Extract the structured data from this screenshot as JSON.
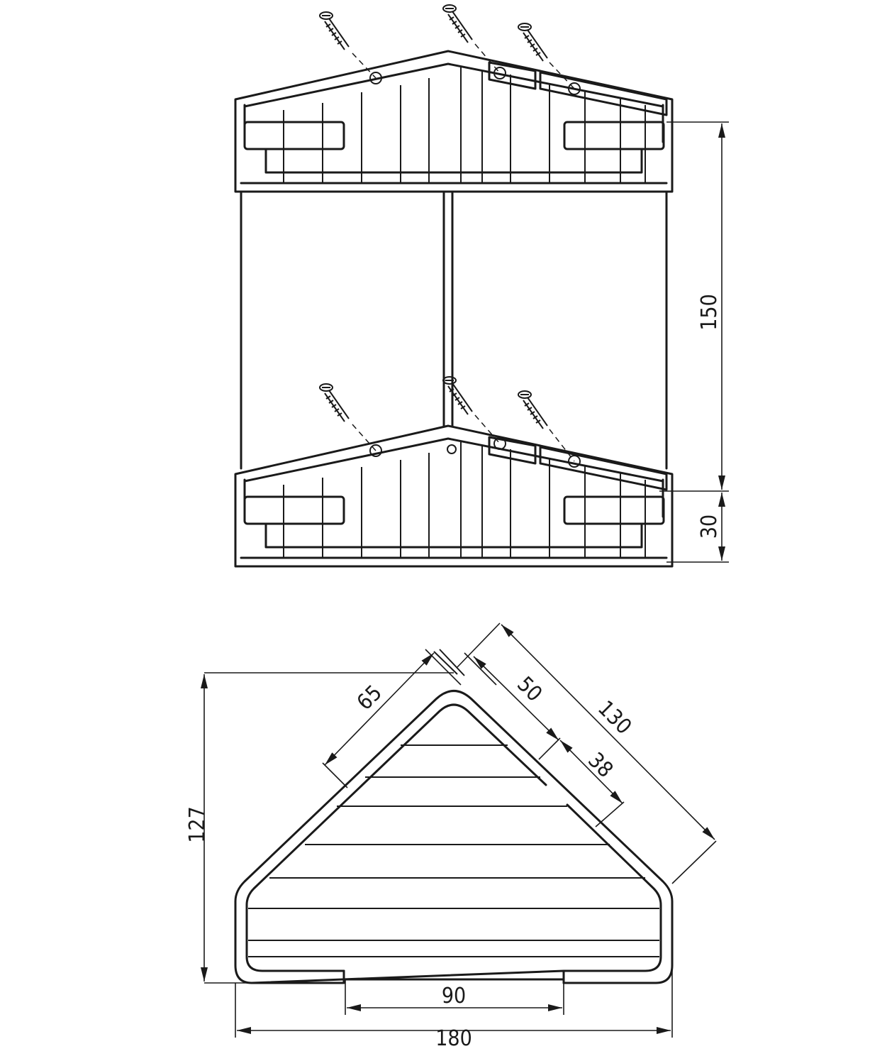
{
  "drawing": {
    "front_view": {
      "dimensions": {
        "height_between_shelves": "150",
        "shelf_height": "30"
      }
    },
    "top_view": {
      "dimensions": {
        "left_edge": "65",
        "right_inner_segment": "50",
        "right_total": "130",
        "right_outer_segment": "38",
        "depth": "127",
        "front_opening": "90",
        "width": "180"
      }
    },
    "colors": {
      "line": "#1a1a1a",
      "background": "#ffffff"
    }
  }
}
